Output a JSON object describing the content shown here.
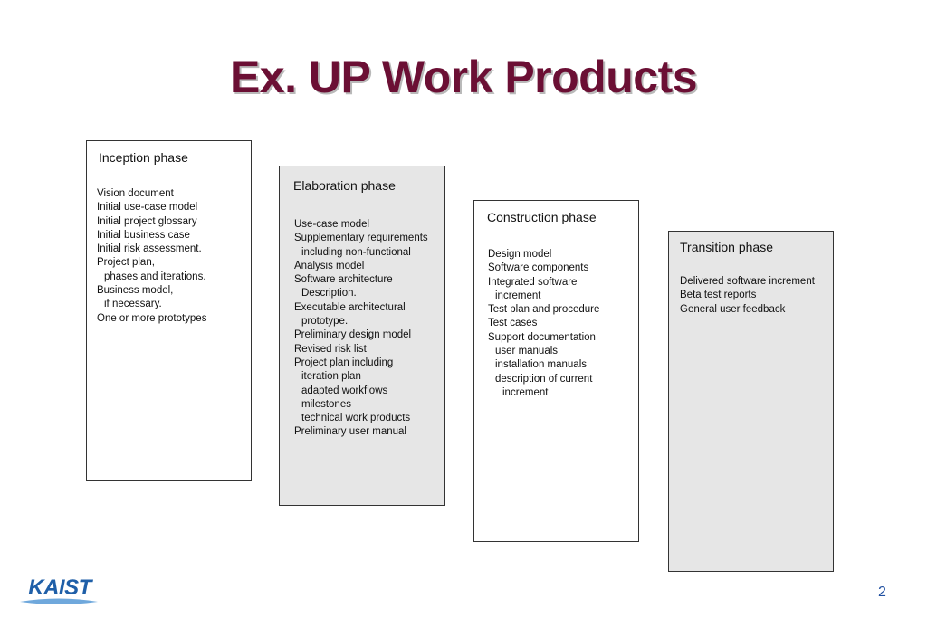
{
  "title": "Ex. UP Work Products",
  "phases": [
    {
      "title": "Inception phase",
      "items": [
        "Vision document",
        "Initial use-case model",
        "Initial project glossary",
        "Initial business case",
        "Initial risk assessment.",
        "Project plan,",
        "phases and iterations.",
        "Business model,",
        "if necessary.",
        "One or more prototypes"
      ]
    },
    {
      "title": "Elaboration phase",
      "items": [
        "Use-case model",
        "Supplementary requirements",
        "including non-functional",
        "Analysis model",
        "Software architecture",
        "Description.",
        "Executable architectural",
        "prototype.",
        "Preliminary design model",
        "Revised risk list",
        "Project plan including",
        "iteration plan",
        "adapted workflows",
        "milestones",
        "technical work products",
        "Preliminary user manual"
      ]
    },
    {
      "title": "Construction phase",
      "items": [
        "Design model",
        "Software components",
        "Integrated software",
        "increment",
        "Test plan and procedure",
        "Test cases",
        "Support documentation",
        "user manuals",
        "installation manuals",
        "description of current",
        "increment"
      ]
    },
    {
      "title": "Transition phase",
      "items": [
        "Delivered software increment",
        "Beta test reports",
        "General user feedback"
      ]
    }
  ],
  "logo": {
    "text": "KAIST"
  },
  "page_number": "2",
  "colors": {
    "title": "#6b0f34",
    "title_shadow": "#b9b9b9",
    "box_border": "#333333",
    "box_gray_fill": "#e6e6e6",
    "logo_blue": "#1f5fa8",
    "page_number": "#1f4fa0"
  }
}
